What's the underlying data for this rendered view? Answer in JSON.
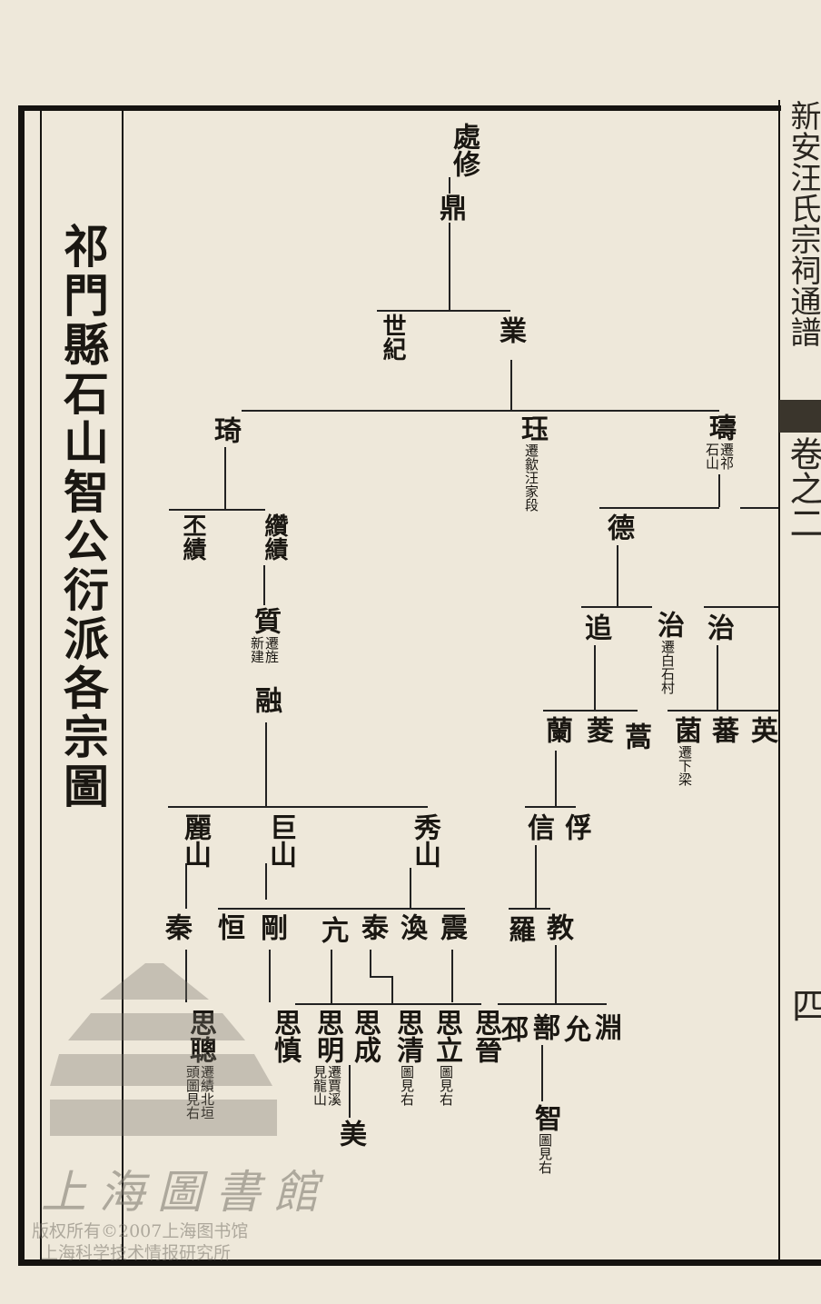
{
  "page": {
    "title": "祁門縣石山智公衍派各宗圖",
    "margin_title": "新安汪氏宗祠通譜",
    "volume": "卷之二",
    "page_number": "四"
  },
  "watermark": {
    "library": "上海圖書館",
    "copyright": "版权所有©2007上海图书馆",
    "institute": "上海科学技术情报研究所"
  },
  "tree": {
    "nodes": [
      {
        "name": "處修"
      },
      {
        "name": "鼎"
      },
      {
        "name": "世紀"
      },
      {
        "name": "業"
      },
      {
        "name": "琦"
      },
      {
        "name": "珏",
        "note": "遷歙汪家段"
      },
      {
        "name": "璹",
        "note": "遷祁石山"
      },
      {
        "name": "丕績"
      },
      {
        "name": "纘績"
      },
      {
        "name": "德"
      },
      {
        "name": "追"
      },
      {
        "name": "治",
        "note": "遷白石村"
      },
      {
        "name": "治"
      },
      {
        "name": "蘭"
      },
      {
        "name": "菱"
      },
      {
        "name": "蒿"
      },
      {
        "name": "菌",
        "note": "遷下梁"
      },
      {
        "name": "蕃"
      },
      {
        "name": "英"
      },
      {
        "name": "質",
        "note": "遷旌新建"
      },
      {
        "name": "融"
      },
      {
        "name": "麗山"
      },
      {
        "name": "巨山"
      },
      {
        "name": "秀山"
      },
      {
        "name": "秦"
      },
      {
        "name": "恒"
      },
      {
        "name": "剛"
      },
      {
        "name": "亢"
      },
      {
        "name": "泰"
      },
      {
        "name": "渙"
      },
      {
        "name": "震"
      },
      {
        "name": "信"
      },
      {
        "name": "俘"
      },
      {
        "name": "羅"
      },
      {
        "name": "教"
      },
      {
        "name": "思聰",
        "note": "遷績北垣頭圖見右"
      },
      {
        "name": "思慎"
      },
      {
        "name": "思明",
        "note": "遷賈溪見龍山"
      },
      {
        "name": "思成"
      },
      {
        "name": "美"
      },
      {
        "name": "思清",
        "note": "圖見右"
      },
      {
        "name": "思立",
        "note": "圖見右"
      },
      {
        "name": "思晉"
      },
      {
        "name": "邳"
      },
      {
        "name": "鄯"
      },
      {
        "name": "允"
      },
      {
        "name": "淵"
      },
      {
        "name": "智",
        "note": "圖見右"
      }
    ]
  }
}
